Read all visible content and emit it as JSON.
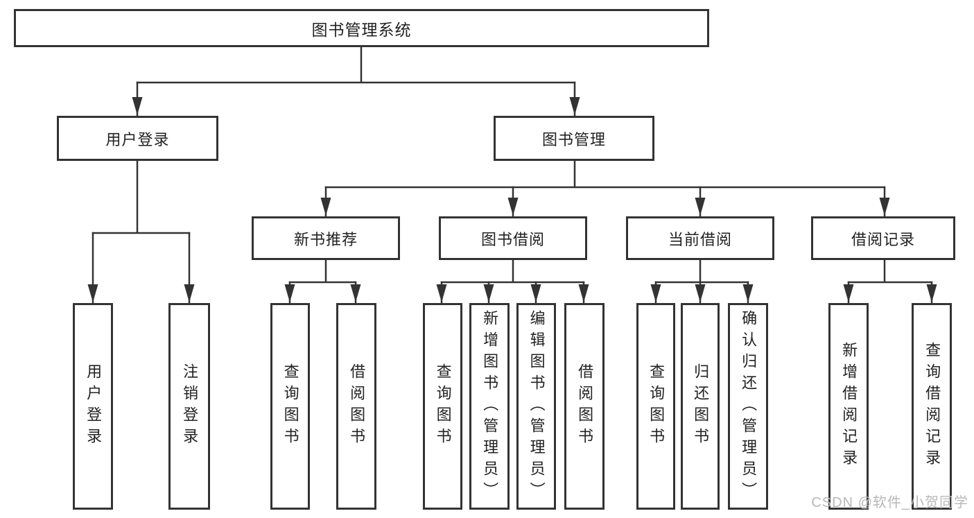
{
  "watermark": "CSDN @软件_小贺同学",
  "colors": {
    "line": "#333333",
    "box_border": "#333333",
    "text": "#222222",
    "watermark": "#b8b8b8",
    "background": "#ffffff"
  },
  "tree": {
    "label": "图书管理系统",
    "children": [
      {
        "label": "用户登录",
        "children": [
          {
            "label": "用户登录"
          },
          {
            "label": "注销登录"
          }
        ]
      },
      {
        "label": "图书管理",
        "children": [
          {
            "label": "新书推荐",
            "children": [
              {
                "label": "查询图书"
              },
              {
                "label": "借阅图书"
              }
            ]
          },
          {
            "label": "图书借阅",
            "children": [
              {
                "label": "查询图书"
              },
              {
                "label": "新增图书（管理员）"
              },
              {
                "label": "编辑图书（管理员）"
              },
              {
                "label": "借阅图书"
              }
            ]
          },
          {
            "label": "当前借阅",
            "children": [
              {
                "label": "查询图书"
              },
              {
                "label": "归还图书"
              },
              {
                "label": "确认归还（管理员）"
              }
            ]
          },
          {
            "label": "借阅记录",
            "children": [
              {
                "label": "新增借阅记录"
              },
              {
                "label": "查询借阅记录"
              }
            ]
          }
        ]
      }
    ]
  }
}
